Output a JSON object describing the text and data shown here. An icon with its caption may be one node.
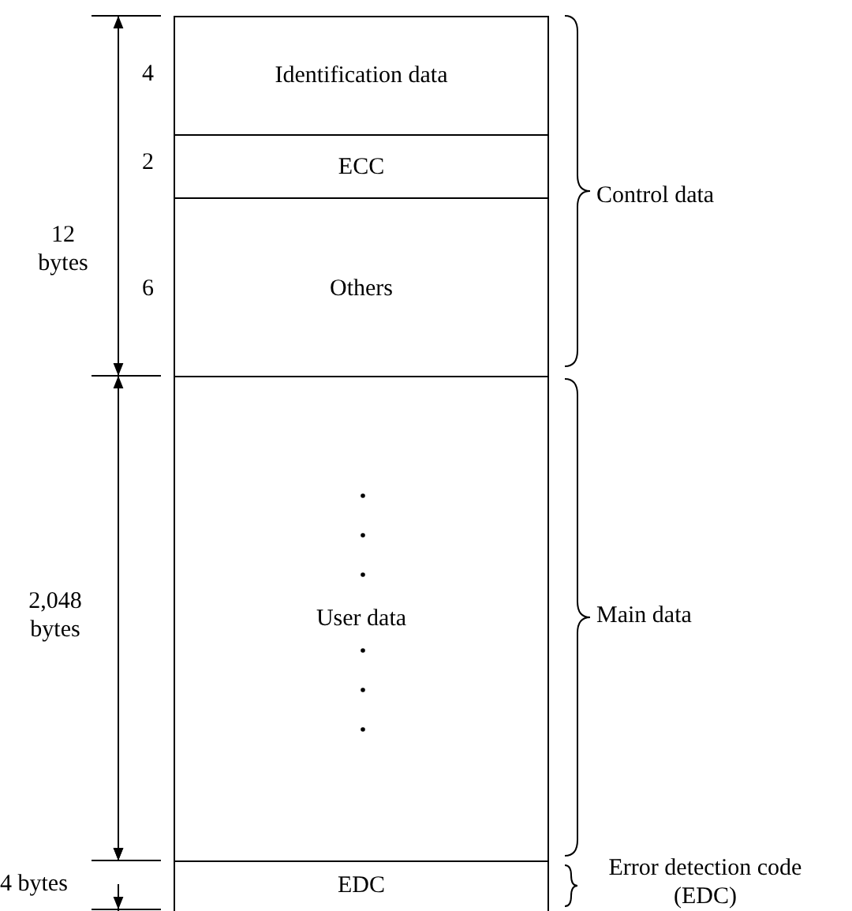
{
  "diagram": {
    "nodes": [
      {
        "text": [
          "Identification data"
        ],
        "beside": [
          "4"
        ]
      },
      {
        "text": [
          "ECC"
        ],
        "beside": [
          "2"
        ]
      },
      {
        "text": [
          "Others"
        ],
        "beside": [
          "6"
        ]
      },
      {
        "text": [
          "User data"
        ]
      },
      {
        "text": [
          "EDC"
        ]
      }
    ],
    "labels": [
      "12 bytes",
      "2,048 bytes",
      "4 bytes",
      "Control data",
      "Main data",
      "Error detection code (EDC)"
    ]
  }
}
